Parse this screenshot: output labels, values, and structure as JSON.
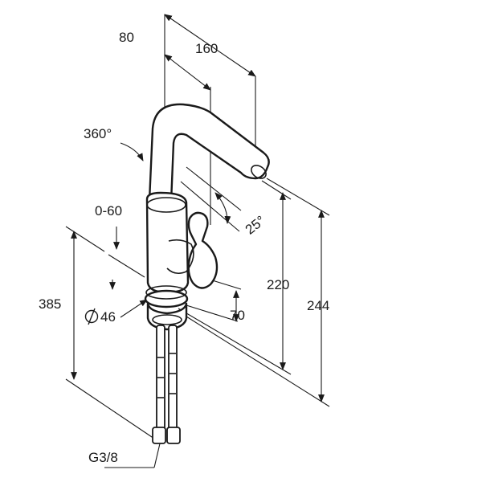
{
  "labels": {
    "dim_80": "80",
    "dim_160": "160",
    "rotation": "360°",
    "angle": "25°",
    "range": "0-60",
    "height_385": "385",
    "diameter": "46",
    "offset_70": "70",
    "height_220": "220",
    "height_244": "244",
    "thread": "G3/8"
  }
}
